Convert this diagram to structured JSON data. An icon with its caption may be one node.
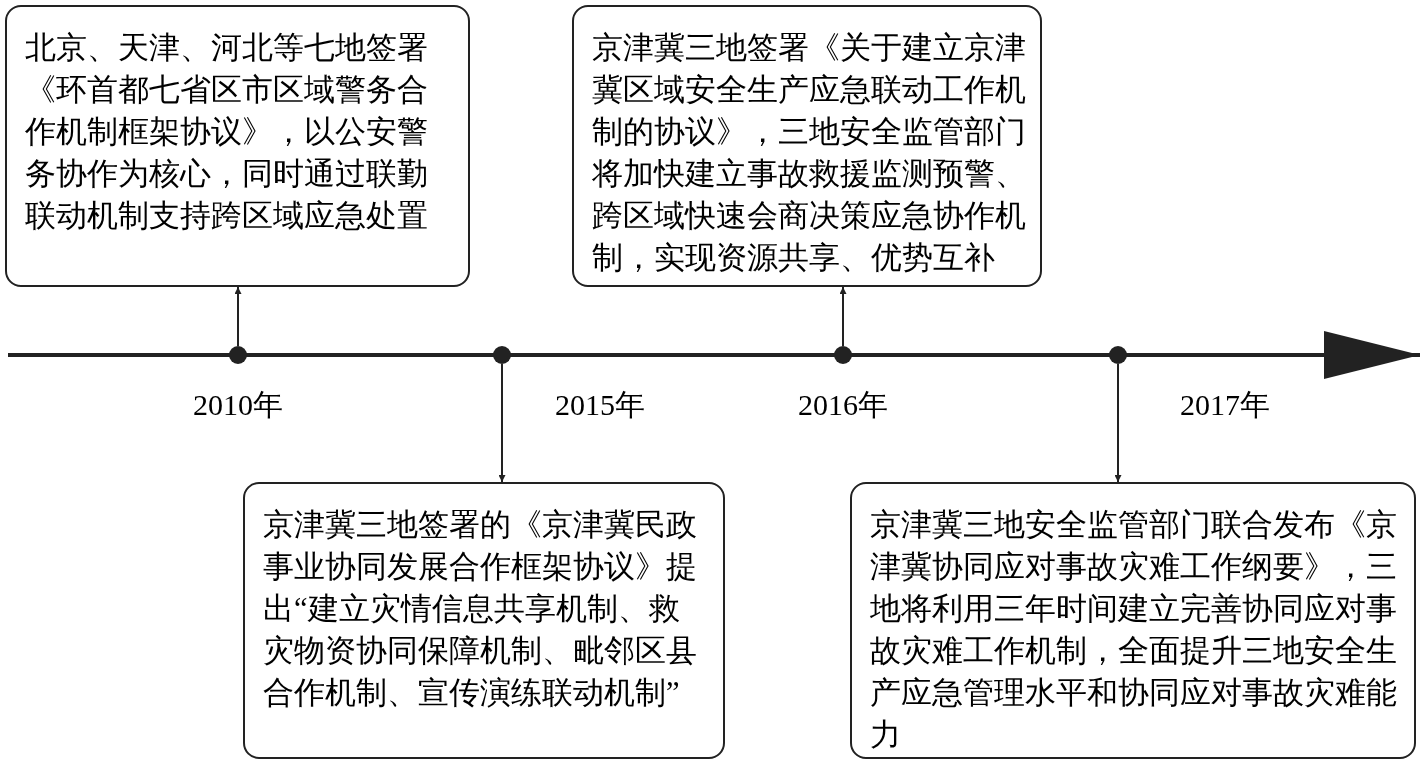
{
  "diagram": {
    "nodes": [
      {
        "text": [
          "北京、天津、河北等七地签署《环首都七省区市区域警务合作机制框架协议》，以公安警务协作为核心，同时通过联勤联动机制支持跨区域应急处置"
        ]
      },
      {
        "text": [
          "京津冀三地签署《关于建立京津冀区域安全生产应急联动工作机制的协议》，三地安全监管部门将加快建立事故救援监测预警、跨区域快速会商决策应急协作机制，实现资源共享、优势互补"
        ]
      },
      {
        "text": [],
        "shape": "circle"
      },
      {
        "text": [],
        "shape": "circle"
      },
      {
        "text": [],
        "shape": "circle"
      },
      {
        "text": [],
        "shape": "circle"
      },
      {
        "text": [
          "京津冀三地签署的《京津冀民政事业协同发展合作框架协议》提出“建立灾情信息共享机制、救灾物资协同保障机制、毗邻区县合作机制、宣传演练联动机制”"
        ]
      },
      {
        "text": [
          "京津冀三地安全监管部门联合发布《京津冀协同应对事故灾难工作纲要》，三地将利用三年时间建立完善协同应对事故灾难工作机制，全面提升三地安全生产应急管理水平和协同应对事故灾难能力"
        ]
      }
    ],
    "edges": [
      {
        "from": 2,
        "to": 0,
        "arrow": "to"
      },
      {
        "from": 3,
        "to": 6,
        "arrow": "to"
      },
      {
        "from": 4,
        "to": 1,
        "arrow": "to"
      },
      {
        "from": 5,
        "to": 7,
        "arrow": "to"
      }
    ],
    "labels": [
      "2010年",
      "2015年",
      "2016年",
      "2017年"
    ]
  }
}
